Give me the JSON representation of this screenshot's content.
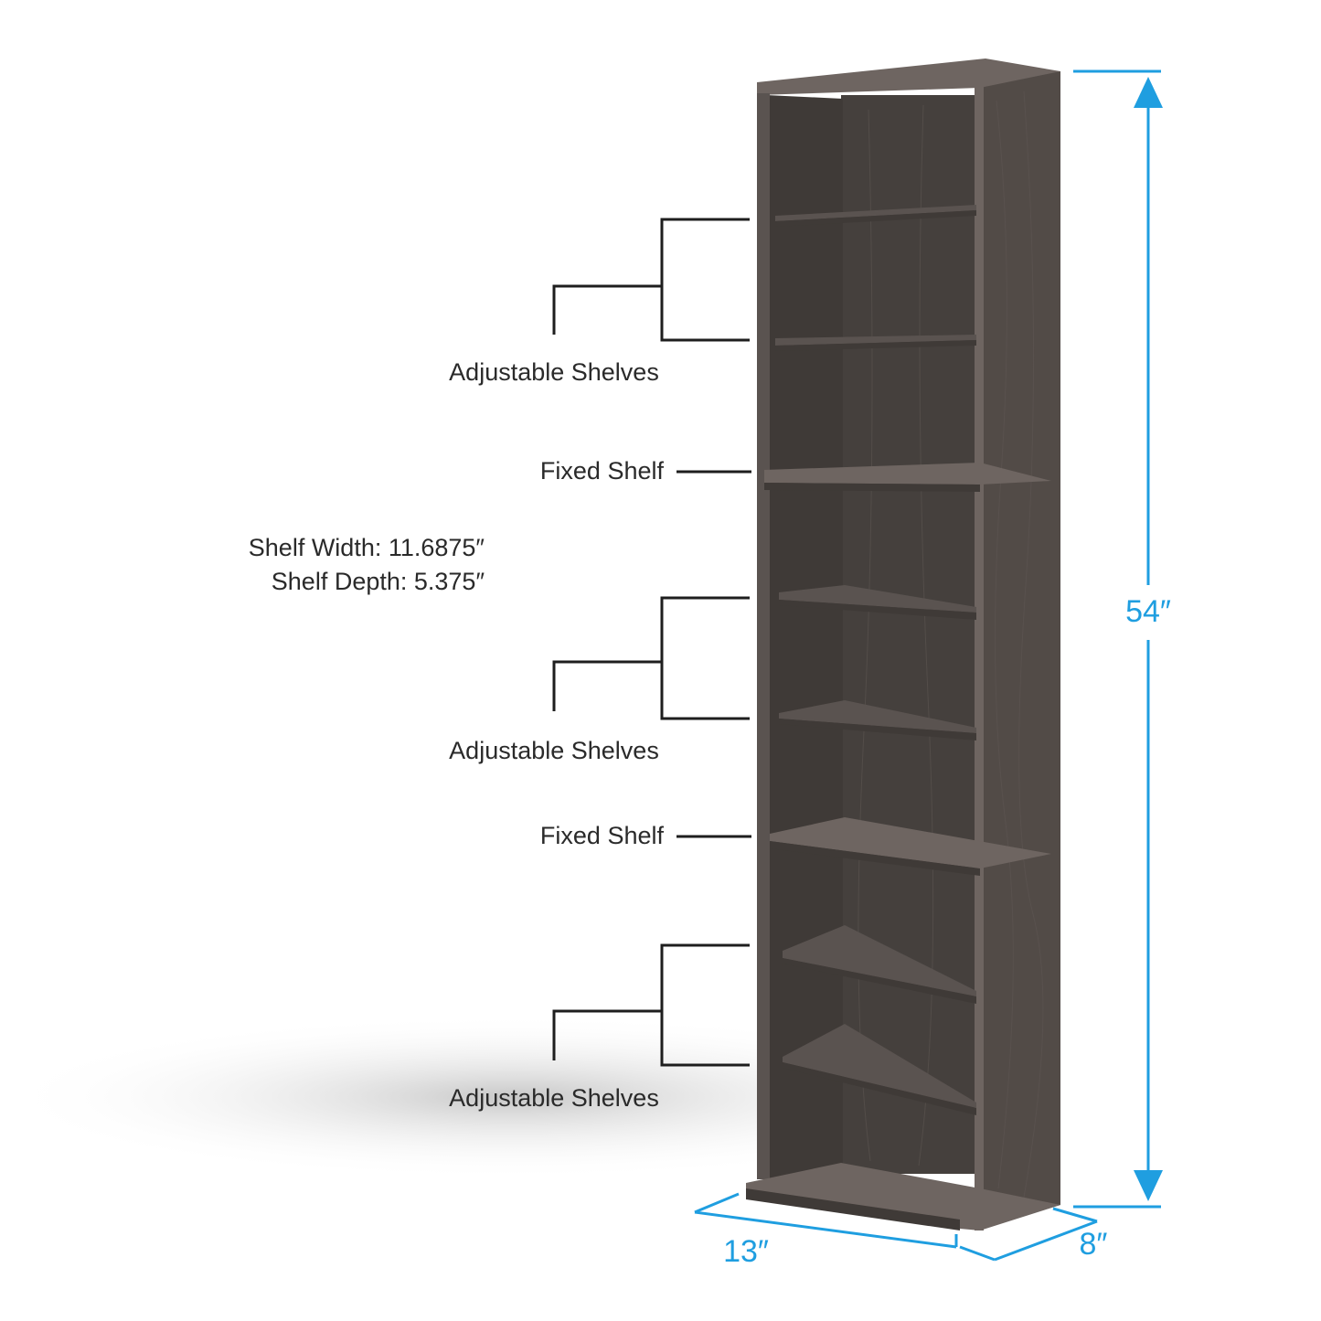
{
  "callouts": {
    "adjustable_top": "Adjustable Shelves",
    "fixed_top": "Fixed Shelf",
    "adjustable_middle": "Adjustable Shelves",
    "fixed_bottom": "Fixed Shelf",
    "adjustable_bottom": "Adjustable Shelves"
  },
  "specs": {
    "shelf_width": "Shelf Width: 11.6875″",
    "shelf_depth": "Shelf Depth: 5.375″"
  },
  "dimensions": {
    "height": "54″",
    "width": "13″",
    "depth": "8″"
  },
  "colors": {
    "dimension_accent": "#1f9ee0",
    "callout_line": "#1e1e1e",
    "wood": "#4a4441"
  }
}
